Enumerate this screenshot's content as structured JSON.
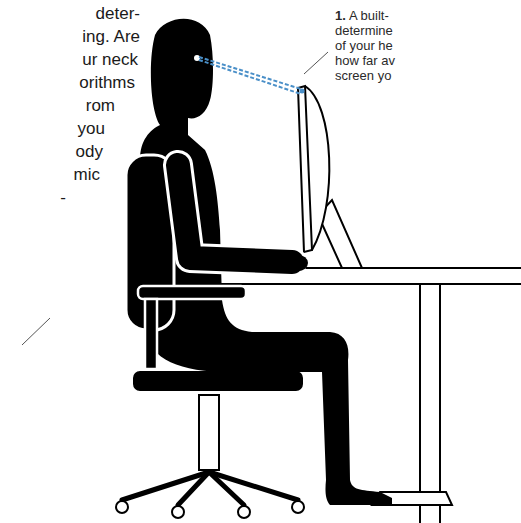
{
  "diagram": {
    "labels": [
      "deter-",
      "ing. Are",
      "ur neck",
      "orithms",
      "rom",
      "you",
      "ody",
      "mic",
      "-",
      "1.",
      "A built-",
      "determine",
      "of your he",
      "how far av",
      "screen yo"
    ]
  }
}
